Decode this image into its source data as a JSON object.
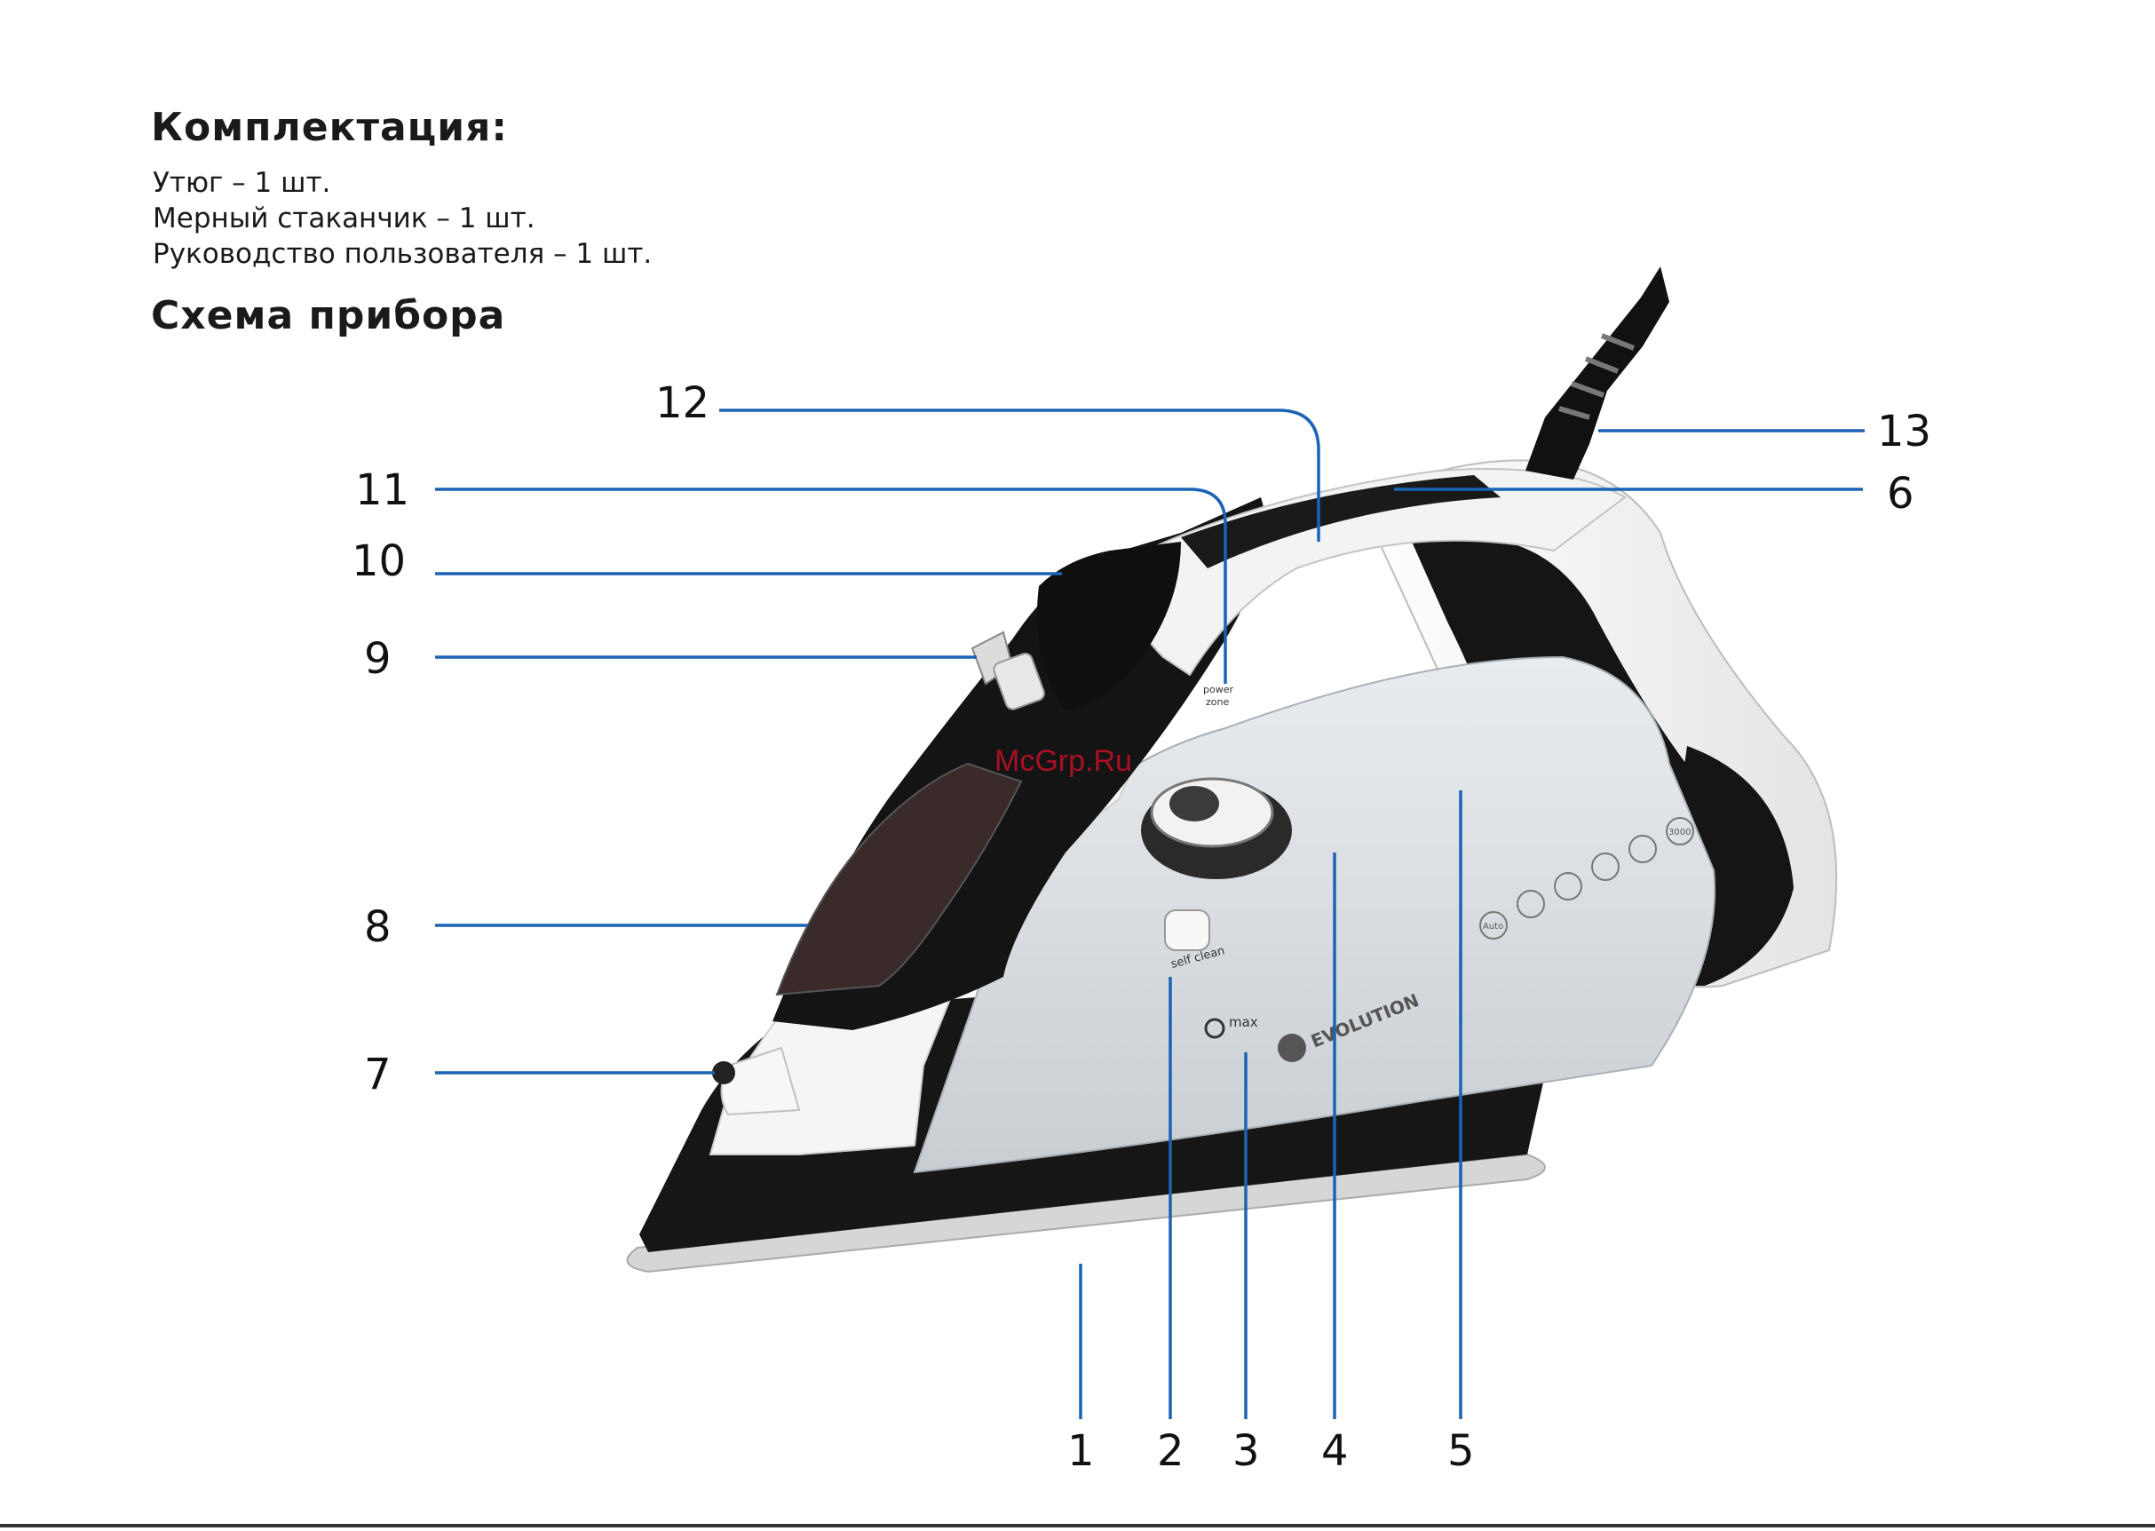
{
  "kit": {
    "heading": "Комплектация:",
    "items": [
      "Утюг – 1 шт.",
      "Мерный стаканчик – 1 шт.",
      "Руководство пользователя – 1 шт."
    ]
  },
  "scheme": {
    "heading": "Схема прибора",
    "callouts": [
      "1",
      "2",
      "3",
      "4",
      "5",
      "6",
      "7",
      "8",
      "9",
      "10",
      "11",
      "12",
      "13"
    ]
  },
  "iron_labels": {
    "brand": "EVOLUTION",
    "self_clean": "self clean",
    "max": "max",
    "power_zone_1": "power",
    "power_zone_2": "zone",
    "auto": "Auto",
    "power_3000": "3000"
  },
  "watermark": "McGrp.Ru",
  "colors": {
    "leader": "#1b63b4",
    "body_black": "#151515",
    "shell_white": "#f2f2f2",
    "tank": "#d8dde2"
  }
}
